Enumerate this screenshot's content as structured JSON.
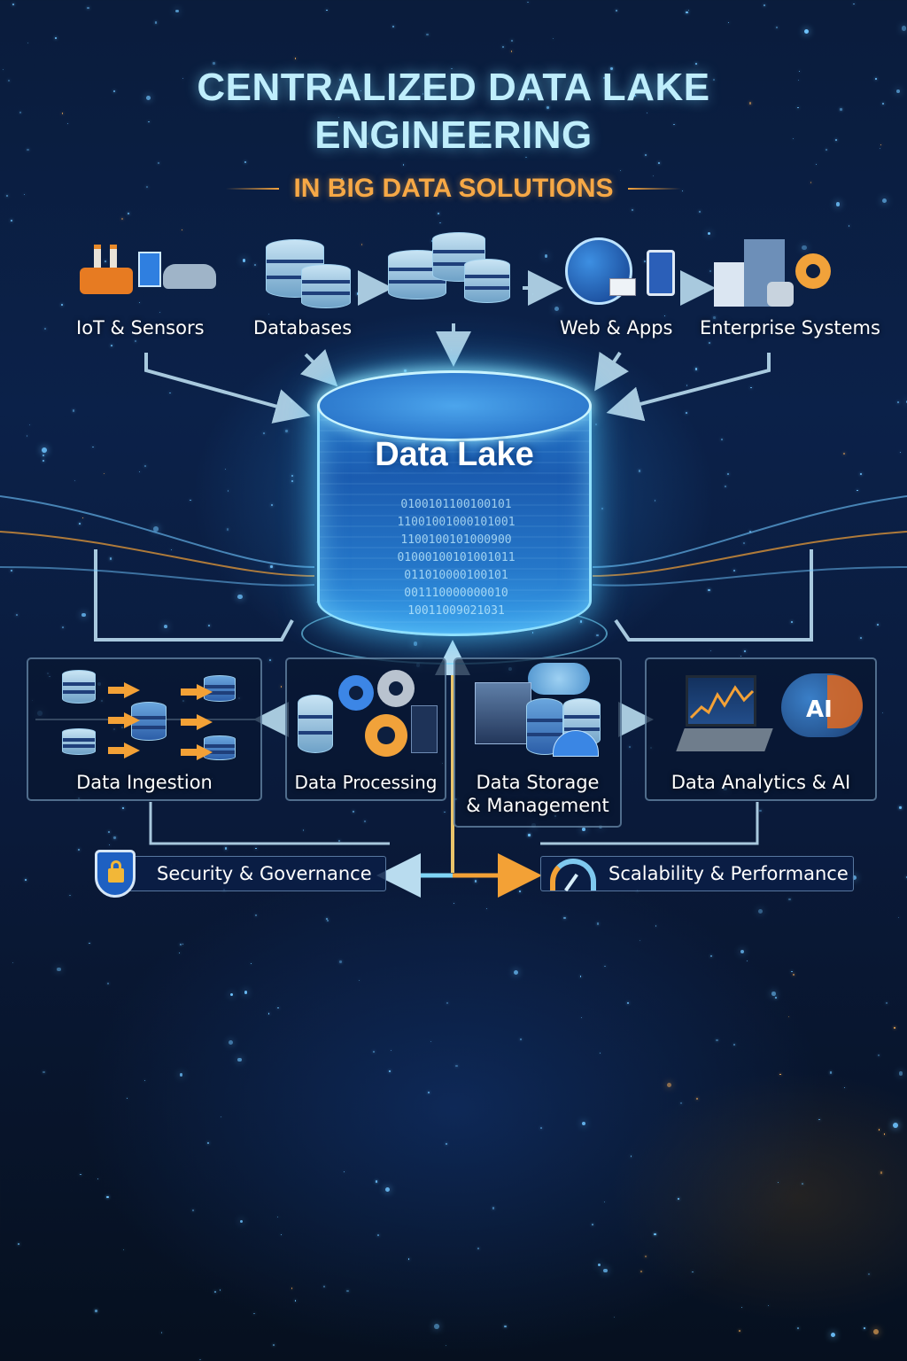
{
  "header": {
    "title_line1": "CENTRALIZED DATA LAKE",
    "title_line2": "ENGINEERING",
    "subtitle": "IN BIG DATA SOLUTIONS"
  },
  "sources": [
    {
      "label": "IoT & Sensors",
      "icon": "factory-car-icon"
    },
    {
      "label": "Databases",
      "icon": "database-icon"
    },
    {
      "label": "Web & Apps",
      "icon": "globe-tablet-icon"
    },
    {
      "label": "Enterprise Systems",
      "icon": "building-gear-icon"
    }
  ],
  "center": {
    "label": "Data Lake",
    "binary": "0100101100100101\n11001001000101001\n1100100101000900\n01000100101001011\n011010000100101\n001110000000010\n10011009021031"
  },
  "stages": [
    {
      "label": "Data Ingestion",
      "icon": "database-arrows-icon"
    },
    {
      "label": "Data Processing",
      "icon": "gears-server-icon"
    },
    {
      "label_line1": "Data Storage",
      "label_line2": "& Management",
      "icon": "storage-cloud-icon"
    },
    {
      "label": "Data Analytics & AI",
      "icon": "laptop-chart-brain-icon",
      "ai_badge": "AI"
    }
  ],
  "pillars": [
    {
      "label": "Security & Governance",
      "icon": "shield-lock-icon"
    },
    {
      "label": "Scalability & Performance",
      "icon": "speedometer-icon"
    }
  ],
  "colors": {
    "background": "#0a1c3c",
    "title": "#bfeefc",
    "accent_orange": "#f6a846",
    "glow_blue": "#8fe0ff",
    "box_border": "#8cb4d7"
  }
}
